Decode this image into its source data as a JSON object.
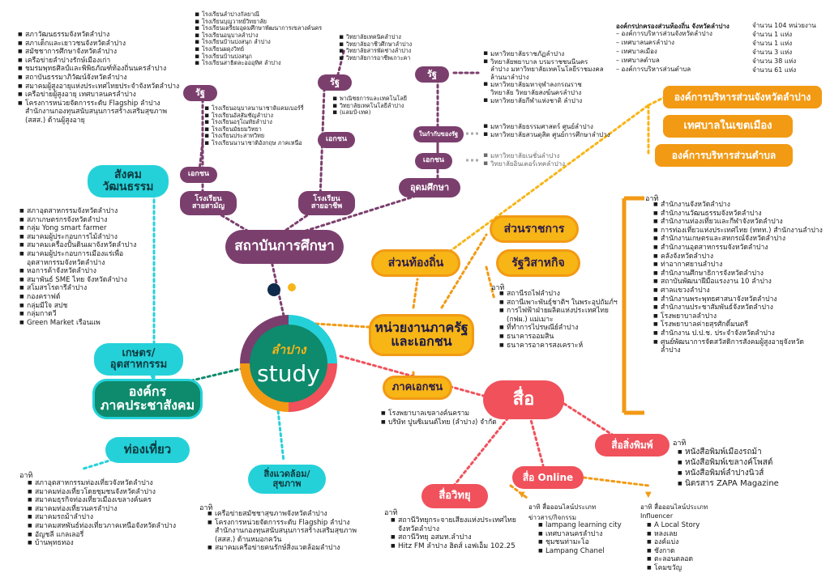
{
  "center": {
    "title": "ลำปาง",
    "subtitle": "study"
  },
  "hubs": {
    "education": "สถาบันการศึกษา",
    "gov_private": "หน่วยงานภาครัฐ\nและเอกชน",
    "civil_society": "องค์กร\nภาคประชาสังคม",
    "media": "สื่อ"
  },
  "education": {
    "general_school": "โรงเรียน\nสายสามัญ",
    "vocational_school": "โรงเรียน\nสายอาชีพ",
    "higher_ed": "อุดมศึกษา",
    "state_label": "รัฐ",
    "private_label": "เอกชน",
    "state_general": [
      "โรงเรียนลำปางกัลยาณี",
      "โรงเรียนบุญวาทย์วิทยาลัย",
      "โรงเรียนเตรียมอุดมศึกษาพัฒนาการเขลางค์นคร",
      "โรงเรียนอนุบาลลำปาง",
      "โรงเรียนบ้านปงสนุก ลำปาง",
      "โรงเรียนผดุงวิทย์",
      "โรงเรียนบ้านปงสนุก",
      "โรงเรียนสาธิตละอออุทิศ ลำปาง"
    ],
    "private_general": [
      "โรงเรียนอนุบาลนานาชาติแคมเบอร์รี่",
      "โรงเรียนอัสสัมชัญลำปาง",
      "โรงเรียนอรุโณทัยลำปาง",
      "โรงเรียนมัธยมวิทยา",
      "โรงเรียนประสาทวิทย",
      "โรงเรียนนานาชาติอังกฤษ ภาคเหนือ"
    ],
    "state_vocational": [
      "วิทยาลัยเทคนิคลำปาง",
      "วิทยาลัยอาชีวศึกษาลำปาง",
      "วิทยาลัยสารพัดช่างลำปาง",
      "วิทยาลัยการอาชีพเกาะคา"
    ],
    "private_vocational": [
      "พาณิชยการและเทคโนโลยี",
      "วิทยาลัยเทคโนโลยีลำปาง",
      "(แลมป์-เทค)"
    ],
    "uni_state": [
      "มหาวิทยาลัยราชภัฏลำปาง",
      "วิทยาลัยพยาบาล บรมราชชนนีนครลำปาง มหาวิทยาลัยเทคโนโลยีราชมงคลล้านนาลำปาง",
      "มหาวิทยาลัยมหาจุฬาลงกรณราชวิทยาลัย วิทยาลัยสงฆ์นครลำปาง",
      "มหาวิทยาลัยกีฬาแห่งชาติ ลำปาง"
    ],
    "uni_under_state_label": "ในกำกับของรัฐ",
    "uni_under_state": [
      "มหาวิทยาลัยธรรมศาสตร์ ศูนย์ลำปาง",
      "มหาวิทยาลัยสวนดุสิต ศูนย์การศึกษาลำปาง"
    ],
    "uni_private": [
      "มหาวิทยาลัยเนชั่นลำปาง",
      "วิทยาลัยอินเตอร์เทคลำปาง"
    ]
  },
  "local_admin": {
    "title": "องค์กรปกครองส่วนท้องถิ่น จังหวัดลำปาง",
    "rows": [
      {
        "name": "– องค์การบริหารส่วนจังหวัดลำปาง",
        "count": "จำนวน 104 หน่วยงาน"
      },
      {
        "name": "– เทศบาลนครลำปาง",
        "count": "จำนวน 1 แห่ง"
      },
      {
        "name": "– เทศบาลเมือง",
        "count": "จำนวน 1 แห่ง"
      },
      {
        "name": "– เทศบาลตำบล",
        "count": "จำนวน 3 แห่ง"
      },
      {
        "name": "– องค์การบริหารส่วนตำบล",
        "count": "จำนวน 38 แห่ง"
      },
      {
        "name": "",
        "count": "จำนวน 61 แห่ง"
      }
    ],
    "units": [
      "องค์การบริหารส่วนจังหวัดลำปาง",
      "เทศบาลในเขตเมือง",
      "องค์การบริหารส่วนตำบล"
    ]
  },
  "gov": {
    "local": "ส่วนท้องถิ่น",
    "central": "ส่วนราชการ",
    "soe": "รัฐวิสาหกิจ",
    "private": "ภาคเอกชน",
    "agencies_intro": "อาทิ",
    "agencies": [
      "สำนักงานจังหวัดลำปาง",
      "สำนักงานวัฒนธรรมจังหวัดลำปาง",
      "สำนักงานท่องเที่ยวและกีฬาจังหวัดลำปาง",
      "การท่องเที่ยวแห่งประเทศไทย (ททท.) สำนักงานลำปาง",
      "สำนักงานเกษตรและสหกรณ์จังหวัดลำปาง",
      "สำนักงานอุตสาหกรรมจังหวัดลำปาง",
      "คลังจังหวัดลำปาง",
      "ท่าอากาศยานลำปาง",
      "สำนักงานศึกษาธิการจังหวัดลำปาง",
      "สถาบันพัฒนาฝีมือแรงงาน 10 ลำปาง",
      "ศาลแขวงลำปาง",
      "สำนักงานพระพุทธศาสนาจังหวัดลำปาง",
      "สำนักงานประชาสัมพันธ์จังหวัดลำปาง",
      "โรงพยาบาลลำปาง",
      "โรงพยาบาลค่ายสุรศักดิ์มนตรี",
      "สำนักงาน ป.ป.ช. ประจำจังหวัดลำปาง",
      "ศูนย์พัฒนาการจัดสวัสดิการสังคมผู้สูงอายุจังหวัดลำปาง"
    ],
    "soe_intro": "อาทิ",
    "soe_list": [
      "สถานีรถไฟลำปาง",
      "สถานีเพาะพันธุ์ชาติฯ ในพระอุปถัมภ์ฯ",
      "การไฟฟ้าฝ่ายผลิตแห่งประเทศไทย (กฟผ.) แม่เมาะ",
      "ที่ทำการไปรษณีย์ลำปาง",
      "ธนาคารออมสิน",
      "ธนาคารอาคารสงเคราะห์"
    ],
    "private_list": [
      "โรงพยาบาลเขลางค์นคราม",
      "บริษัท ปูนซิเมนต์ไทย (ลำปาง) จำกัด"
    ]
  },
  "civil": {
    "culture": "สังคม\nวัฒนธรรม",
    "agri_industry": "เกษตร/\nอุตสาหกรรม",
    "tourism": "ท่องเที่ยว",
    "environment": "สิ่งแวดล้อม/\nสุขภาพ",
    "culture_list": [
      "สภาวัฒนธรรมจังหวัดลำปาง",
      "สภาเด็กและเยาวชนจังหวัดลำปาง",
      "สมัชชาการศึกษาจังหวัดลำปาง",
      "เครือข่ายลำปางรักษ์เมืองเก่า",
      "ชมรมพุทธศิลป์และพิพิธภัณฑ์ท้องถิ่นนครลำปาง",
      "สถาบันธรรมาภิวัฒน์จังหวัดลำปาง",
      "สมาคมผู้สูงอายุแห่งประเทศไทยประจำจังหวัดลำปาง",
      "เครือข่ายผู้สูงอายุ เทศบาลนครลำปาง",
      "โครงการหน่วยจัดการระดับ Flagship ลำปาง สำนักงานกองทุนสนับสนุนการสร้างเสริมสุขภาพ (สสส.) ด้านผู้สูงอายุ"
    ],
    "agri_list": [
      "สภาอุตสาหกรรมจังหวัดลำปาง",
      "สภาเกษตรกรจังหวัดลำปาง",
      "กลุ่ม Yong smart farmer",
      "สมาคมผู้ประกอบการไม้ลำปาง",
      "สมาคมเครื่องปั้นดินเผาจังหวัดลำปาง",
      "สมาคมผู้ประกอบการเมืองแร่เพื่ออุตสาหกรรมจังหวัดลำปาง",
      "หอการค้าจังหวัดลำปาง",
      "สมาพันธ์ SME ไทย จังหวัดลำปาง",
      "สโมสรโรตารีลำปาง",
      "กองคราฟต์",
      "กลุ่มมีใจ สปช",
      "กลุ่มกาดวี",
      "Green Market เรือนแพ"
    ],
    "tourism_intro": "อาทิ",
    "tourism_list": [
      "สภาอุตสาหกรรมท่องเที่ยวจังหวัดลำปาง",
      "สมาคมท่องเที่ยวโดยชุมชนจังหวัดลำปาง",
      "สมาคมธุรกิจท่องเที่ยวเมืองเขลางค์นคร",
      "สมาคมท่องเที่ยวนครลำปาง",
      "สมาคมรถม้าลำปาง",
      "สมาคมสหพันธ์ท่องเที่ยวภาคเหนือจังหวัดลำปาง",
      "อัญชลี แกลเลอรี่",
      "บ้านพุทธทอง"
    ],
    "env_intro": "อาทิ",
    "env_list": [
      "เครือข่ายสมัชชาสุขภาพจังหวัดลำปาง",
      "โครงการหน่วยจัดการระดับ Flagship ลำปาง สำนักงานกองทุนสนับสนุนการสร้างเสริมสุขภาพ (สสส.) ด้านหมอกควัน",
      "สมาคมเครือข่ายคนรักษ์สิ่งแวดล้อมลำปาง"
    ]
  },
  "media": {
    "print": "สื่อสิ่งพิมพ์",
    "online": "สื่อ Online",
    "radio": "สื่อวิทยุ",
    "print_intro": "อาทิ",
    "print_list": [
      "หนังสือพิมพ์เมืองรถม้า",
      "หนังสือพิมพ์เขลางค์โพสต์",
      "หนังสือพิมพ์ลำปางนิวส์",
      "นิตรสาร ZAPA Magazine"
    ],
    "radio_intro": "อาทิ",
    "radio_list": [
      "สถานีวิทยุกระจายเสียงแห่งประเทศไทยจังหวัดลำปาง",
      "สถานีวิทยุ อสมท.ลำปาง",
      "Hitz FM ลำปาง ฮิตส์ เอฟเอ็ม 102.25"
    ],
    "online_news_intro": "อาทิ สื่อออนไลน์ประเภทข่าวสาร/กิจกรรม",
    "online_news": [
      "lampang learning city",
      "เทศบาลนครลำปาง",
      "ชุมชนท่ามะโอ",
      "Lampang Chanel"
    ],
    "online_inf_intro": "อาทิ สื่อออนไลน์ประเภท Influencer",
    "online_inf": [
      "A Local Story",
      "หลงเลย",
      "องค์แบ่ง",
      "ชังกาด",
      "ตะลอนตลอด",
      "โคมขวัญ"
    ]
  },
  "colors": {
    "purple": "#7b3f6e",
    "yellow": "#f7b516",
    "orange": "#f29a14",
    "teal": "#25d1d9",
    "green": "#0e8a6c",
    "red": "#f0515b",
    "navy": "#0f2a4a"
  }
}
